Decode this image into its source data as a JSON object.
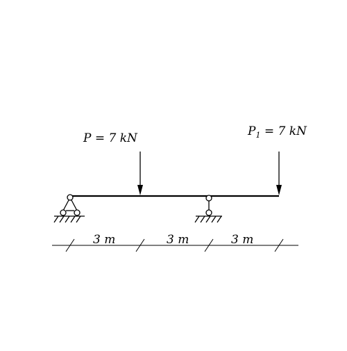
{
  "loads": [
    {
      "symbol": "P",
      "subscript": "",
      "rest": " = 7 kN"
    },
    {
      "symbol": "P",
      "subscript": "1",
      "rest": " = 7 kN"
    }
  ],
  "dimensions": [
    "3 m",
    "3 m",
    "3 m"
  ],
  "colors": {
    "line": "#000000",
    "background": "#ffffff"
  }
}
